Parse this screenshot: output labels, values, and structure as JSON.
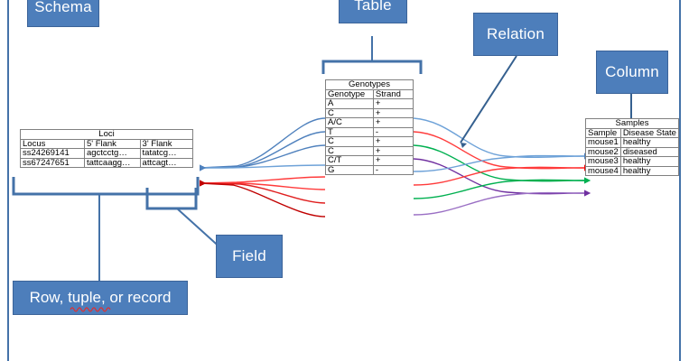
{
  "page": {
    "title": "Relational database schema terminology diagram",
    "border_color": "#4472a8",
    "callout_color": "#4d7ebb"
  },
  "callouts": [
    {
      "id": "schema",
      "label": "Schema"
    },
    {
      "id": "table",
      "label": "Table"
    },
    {
      "id": "relation",
      "label": "Relation"
    },
    {
      "id": "column",
      "label": "Column"
    },
    {
      "id": "field",
      "label": "Field"
    },
    {
      "id": "row",
      "label": "Row, tuple, or record"
    }
  ],
  "tables": {
    "loci": {
      "title": "Loci",
      "columns": [
        "Locus",
        "5' Flank",
        "3' Flank"
      ],
      "rows": [
        [
          "ss24269141",
          "agctcctg…",
          "tatatcg…"
        ],
        [
          "ss67247651",
          "tattcaagg…",
          "attcagt…"
        ]
      ]
    },
    "genotypes": {
      "title": "Genotypes",
      "columns": [
        "Genotype",
        "Strand"
      ],
      "rows": [
        [
          "A",
          "+"
        ],
        [
          "C",
          "+"
        ],
        [
          "A/C",
          "+"
        ],
        [
          "T",
          "-"
        ],
        [
          "C",
          "+"
        ],
        [
          "C",
          "+"
        ],
        [
          "C/T",
          "+"
        ],
        [
          "G",
          "-"
        ]
      ]
    },
    "samples": {
      "title": "Samples",
      "columns": [
        "Sample",
        "Disease State"
      ],
      "rows": [
        [
          "mouse1",
          "healthy"
        ],
        [
          "mouse2",
          "diseased"
        ],
        [
          "mouse3",
          "healthy"
        ],
        [
          "mouse4",
          "healthy"
        ]
      ]
    }
  },
  "connectors": {
    "left_group_colors": [
      "#4f81bd",
      "#c00000"
    ],
    "right_colors": [
      "#4f81bd",
      "#ff0000",
      "#00b050",
      "#7030a0"
    ],
    "note_left": "Genotype rows 1-4 link to Loci row 1 (blue); rows 5-8 link to Loci row 2 (red)",
    "note_right": "Genotype rows cycle blue, red, green, purple linking to mouse1-mouse4"
  }
}
